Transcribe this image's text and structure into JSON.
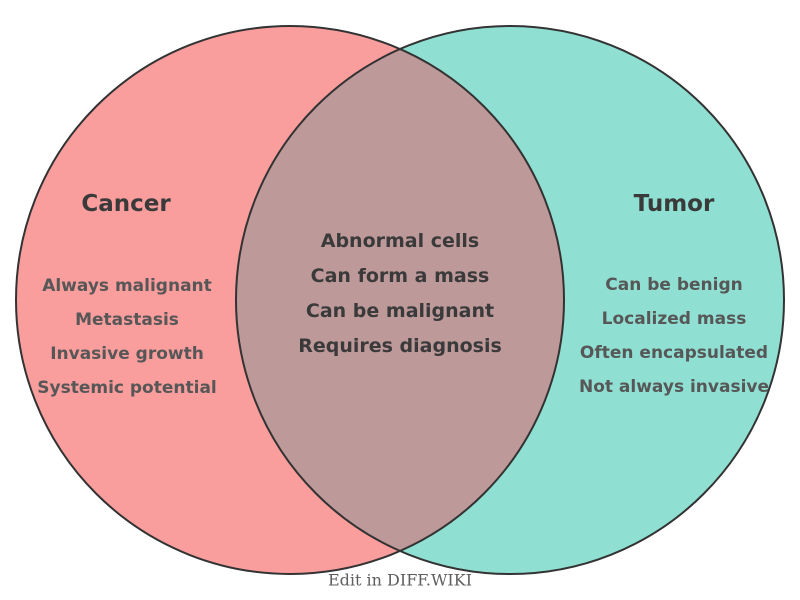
{
  "venn": {
    "left": {
      "title": "Cancer",
      "items": [
        "Always malignant",
        "Metastasis",
        "Invasive growth",
        "Systemic potential"
      ]
    },
    "right": {
      "title": "Tumor",
      "items": [
        "Can be benign",
        "Localized mass",
        "Often encapsulated",
        "Not always invasive"
      ]
    },
    "intersection": {
      "items": [
        "Abnormal cells",
        "Can form a mass",
        "Can be malignant",
        "Requires diagnosis"
      ]
    },
    "footer": {
      "label": "Edit in DIFF.WIKI"
    },
    "colors": {
      "left_fill": "#FA9D9D",
      "right_fill": "#8FE0D3",
      "overlap_fill": "#BE999A",
      "circle_stroke": "#333333",
      "title_text": "#3A3A3A",
      "item_text": "#575757",
      "center_text": "#3A3A3A",
      "footer_text": "#5E5E5E"
    }
  }
}
